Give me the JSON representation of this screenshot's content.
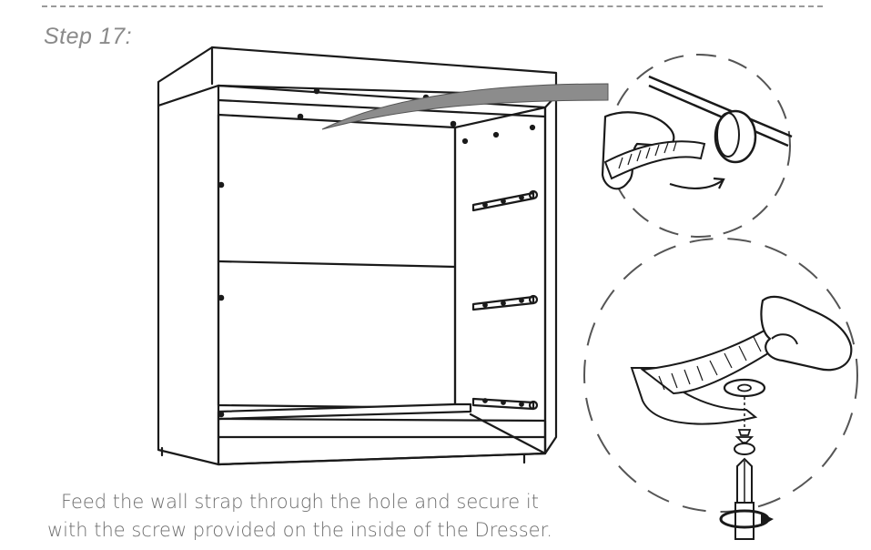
{
  "step": {
    "title": "Step 17:"
  },
  "instruction": {
    "line1": "Feed the wall strap through the hole and secure it",
    "line2": "with the screw provided on the inside of the Dresser."
  },
  "icons": {
    "dresser": "dresser-cabinet-illustration",
    "detail_top": "hand-feeding-strap-detail",
    "detail_bottom": "screwdriver-securing-strap-detail"
  },
  "colors": {
    "line": "#1a1a1a",
    "text": "#6e6e6e",
    "title": "#8a8a8a",
    "dash": "#9a9a9a",
    "strap_arrow": "#8c8c8c"
  }
}
